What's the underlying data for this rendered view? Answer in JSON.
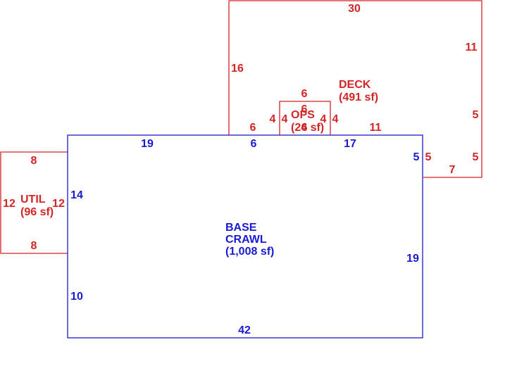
{
  "colors": {
    "red": "#d42424",
    "blue": "#1a1ad4",
    "background": "#ffffff"
  },
  "deck": {
    "name": "DECK",
    "area": "(491 sf)",
    "dims": {
      "top": "30",
      "right_upper": "11",
      "left": "16",
      "right_mid": "5",
      "right_lower": "5",
      "inner_right": "5",
      "bottom": "7",
      "bottom_left": "6",
      "bottom_right": "11"
    }
  },
  "ops": {
    "name": "OPS",
    "area": "(24 sf)",
    "dims": {
      "top_outer": "6",
      "top_inner": "6",
      "left_outer": "4",
      "left_inner": "4",
      "right_inner": "4",
      "right_outer": "4",
      "bottom": "6"
    }
  },
  "util": {
    "name": "UTIL",
    "area": "(96 sf)",
    "dims": {
      "top": "8",
      "bottom": "8",
      "left": "12",
      "right": "12"
    }
  },
  "base": {
    "name_line1": "BASE",
    "name_line2": "CRAWL",
    "area": "(1,008 sf)",
    "dims": {
      "top_left": "19",
      "top_mid": "6",
      "top_right": "17",
      "right_upper": "5",
      "right": "19",
      "left_upper": "14",
      "left_lower": "10",
      "bottom": "42"
    }
  }
}
